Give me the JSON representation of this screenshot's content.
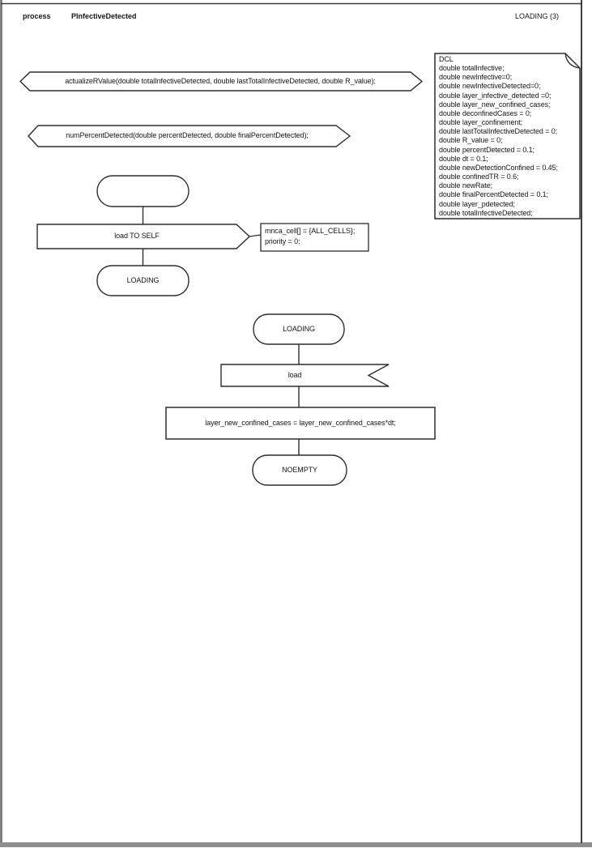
{
  "header": {
    "kind": "process",
    "name": "PInfectiveDetected",
    "page": "LOADING (3)"
  },
  "procedures": {
    "actualize_r_value": "actualizeRValue(double totalInfectiveDetected, double lastTotalInfectiveDetected, double R_value);",
    "num_percent_detected": "numPercentDetected(double percentDetected, double finalPercentDetected);"
  },
  "declarations": {
    "lines": [
      "DCL",
      "double totalInfective;",
      "double newInfective=0;",
      "double newInfectiveDetected=0;",
      "double layer_infective_detected =0;",
      "double layer_new_confined_cases;",
      "double deconfinedCases = 0;",
      "double layer_confinement;",
      "double lastTotalInfectiveDetected = 0;",
      "double R_value = 0;",
      "double percentDetected = 0.1;",
      "double dt = 0.1;",
      "double newDetectionConfined = 0.45;",
      "double confinedTR = 0.6;",
      "double newRate;",
      "double finalPercentDetected = 0.1;",
      "double layer_pdetected;",
      "double totalInfectiveDetected;"
    ]
  },
  "start_branch": {
    "output_label": "load TO SELF",
    "comment_lines": [
      "mnca_cell[] = {ALL_CELLS};",
      "priority = 0;"
    ],
    "next_state": "LOADING"
  },
  "loading_branch": {
    "state": "LOADING",
    "input_label": "load",
    "task": "layer_new_confined_cases = layer_new_confined_cases*dt;",
    "next_state": "NOEMPTY"
  },
  "colors": {
    "line": "#2d2d2d",
    "shadow": "#8e8e8e",
    "frame_side": "#6f6f6f"
  }
}
